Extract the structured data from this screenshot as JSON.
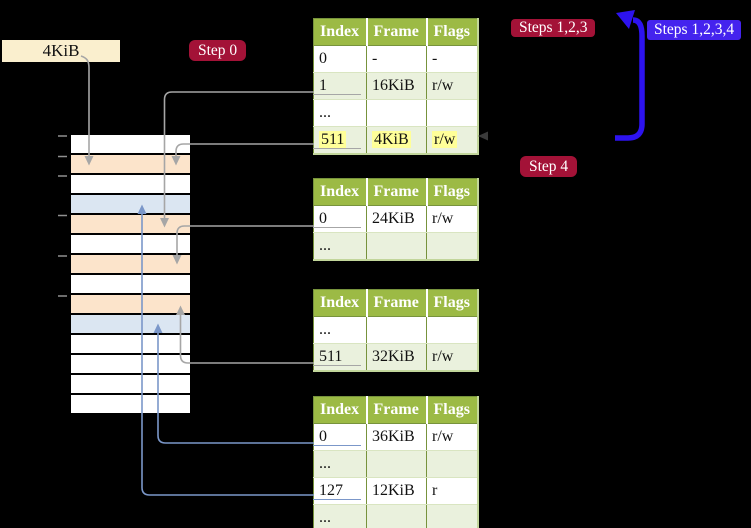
{
  "labels": {
    "frame_size": "4KiB",
    "step0": "Step 0",
    "steps123": "Steps 1,2,3",
    "steps1234": "Steps 1,2,3,4",
    "step4": "Step 4"
  },
  "colors": {
    "background": "#000000",
    "cream_label_bg": "#FAEFCE",
    "step_badge_red": "#A31237",
    "steps_badge_blue": "#4423EE",
    "table_header_green": "#9CBA45",
    "table_border_olive": "#77933C",
    "table_outer_pale": "#C2D69B",
    "table_row_shade": "#EAF1DD",
    "highlight_yellow": "#FFFF99",
    "frame_free_white": "#FFFFFF",
    "frame_page_table_orange": "#FCE4CB",
    "frame_mapped_blue": "#DBE6F2",
    "connector_gray": "#A6A6A6",
    "connector_blue": "#7B97C9",
    "big_arrow_blue": "#2D13EF",
    "tick_gray": "#909090"
  },
  "memory_map": {
    "frames": [
      {
        "kind": "free"
      },
      {
        "kind": "page-table"
      },
      {
        "kind": "free"
      },
      {
        "kind": "mapped"
      },
      {
        "kind": "page-table"
      },
      {
        "kind": "free"
      },
      {
        "kind": "page-table"
      },
      {
        "kind": "free"
      },
      {
        "kind": "page-table"
      },
      {
        "kind": "mapped"
      },
      {
        "kind": "free"
      },
      {
        "kind": "free"
      },
      {
        "kind": "free"
      },
      {
        "kind": "free"
      }
    ]
  },
  "page_tables": [
    {
      "headers": [
        "Index",
        "Frame",
        "Flags"
      ],
      "rows": [
        {
          "index": "0",
          "frame": "-",
          "flags": "-"
        },
        {
          "index": "1",
          "frame": "16KiB",
          "flags": "r/w"
        },
        {
          "index": "...",
          "frame": "",
          "flags": ""
        },
        {
          "index": "511",
          "frame": "4KiB",
          "flags": "r/w"
        }
      ]
    },
    {
      "headers": [
        "Index",
        "Frame",
        "Flags"
      ],
      "rows": [
        {
          "index": "0",
          "frame": "24KiB",
          "flags": "r/w"
        },
        {
          "index": "...",
          "frame": "",
          "flags": ""
        }
      ]
    },
    {
      "headers": [
        "Index",
        "Frame",
        "Flags"
      ],
      "rows": [
        {
          "index": "...",
          "frame": "",
          "flags": ""
        },
        {
          "index": "511",
          "frame": "32KiB",
          "flags": "r/w"
        }
      ]
    },
    {
      "headers": [
        "Index",
        "Frame",
        "Flags"
      ],
      "rows": [
        {
          "index": "0",
          "frame": "36KiB",
          "flags": "r/w"
        },
        {
          "index": "...",
          "frame": "",
          "flags": ""
        },
        {
          "index": "127",
          "frame": "12KiB",
          "flags": "r"
        },
        {
          "index": "...",
          "frame": "",
          "flags": ""
        }
      ]
    }
  ]
}
